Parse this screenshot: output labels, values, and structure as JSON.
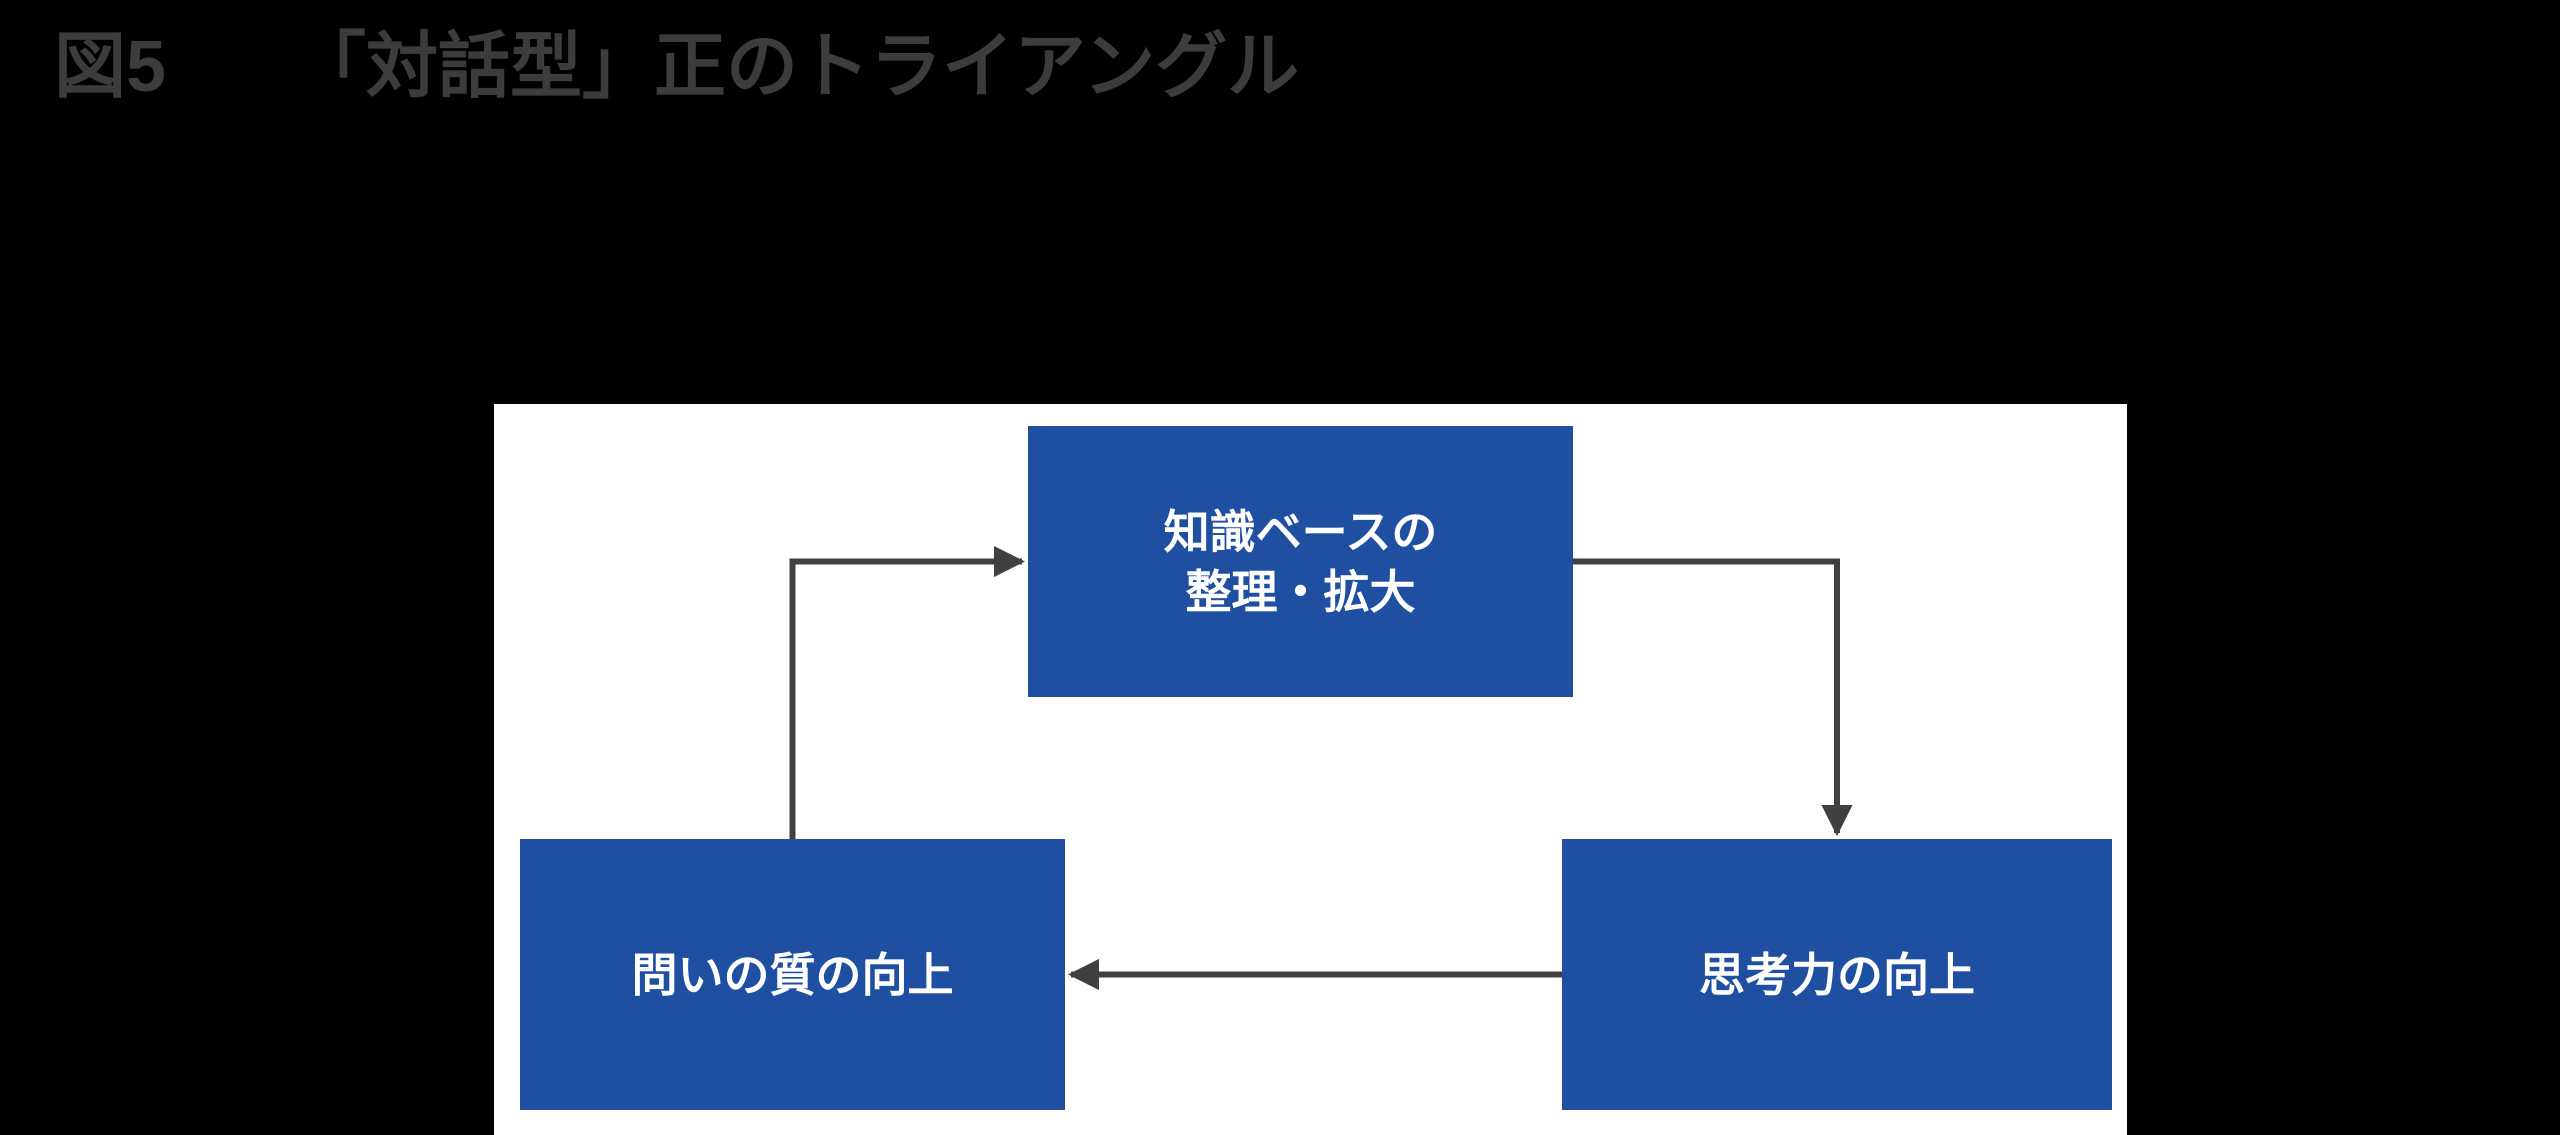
{
  "figure": {
    "label": "図5",
    "title": "「対話型」正のトライアングル"
  },
  "colors": {
    "background": "#000000",
    "panel": "#ffffff",
    "node_fill": "#1e4fa0",
    "node_text": "#ffffff",
    "arrow": "#404040",
    "title_text": "#3c3c3e"
  },
  "diagram": {
    "nodes": [
      {
        "id": "knowledge-base",
        "lines": [
          "知識ベースの",
          "整理・拡大"
        ]
      },
      {
        "id": "question-quality",
        "lines": [
          "問いの質の向上"
        ]
      },
      {
        "id": "thinking-ability",
        "lines": [
          "思考力の向上"
        ]
      }
    ],
    "edges": [
      {
        "from": "question-quality",
        "to": "knowledge-base",
        "shape": "elbow-up-then-right"
      },
      {
        "from": "knowledge-base",
        "to": "thinking-ability",
        "shape": "elbow-right-then-down"
      },
      {
        "from": "thinking-ability",
        "to": "question-quality",
        "shape": "straight-left"
      }
    ]
  }
}
